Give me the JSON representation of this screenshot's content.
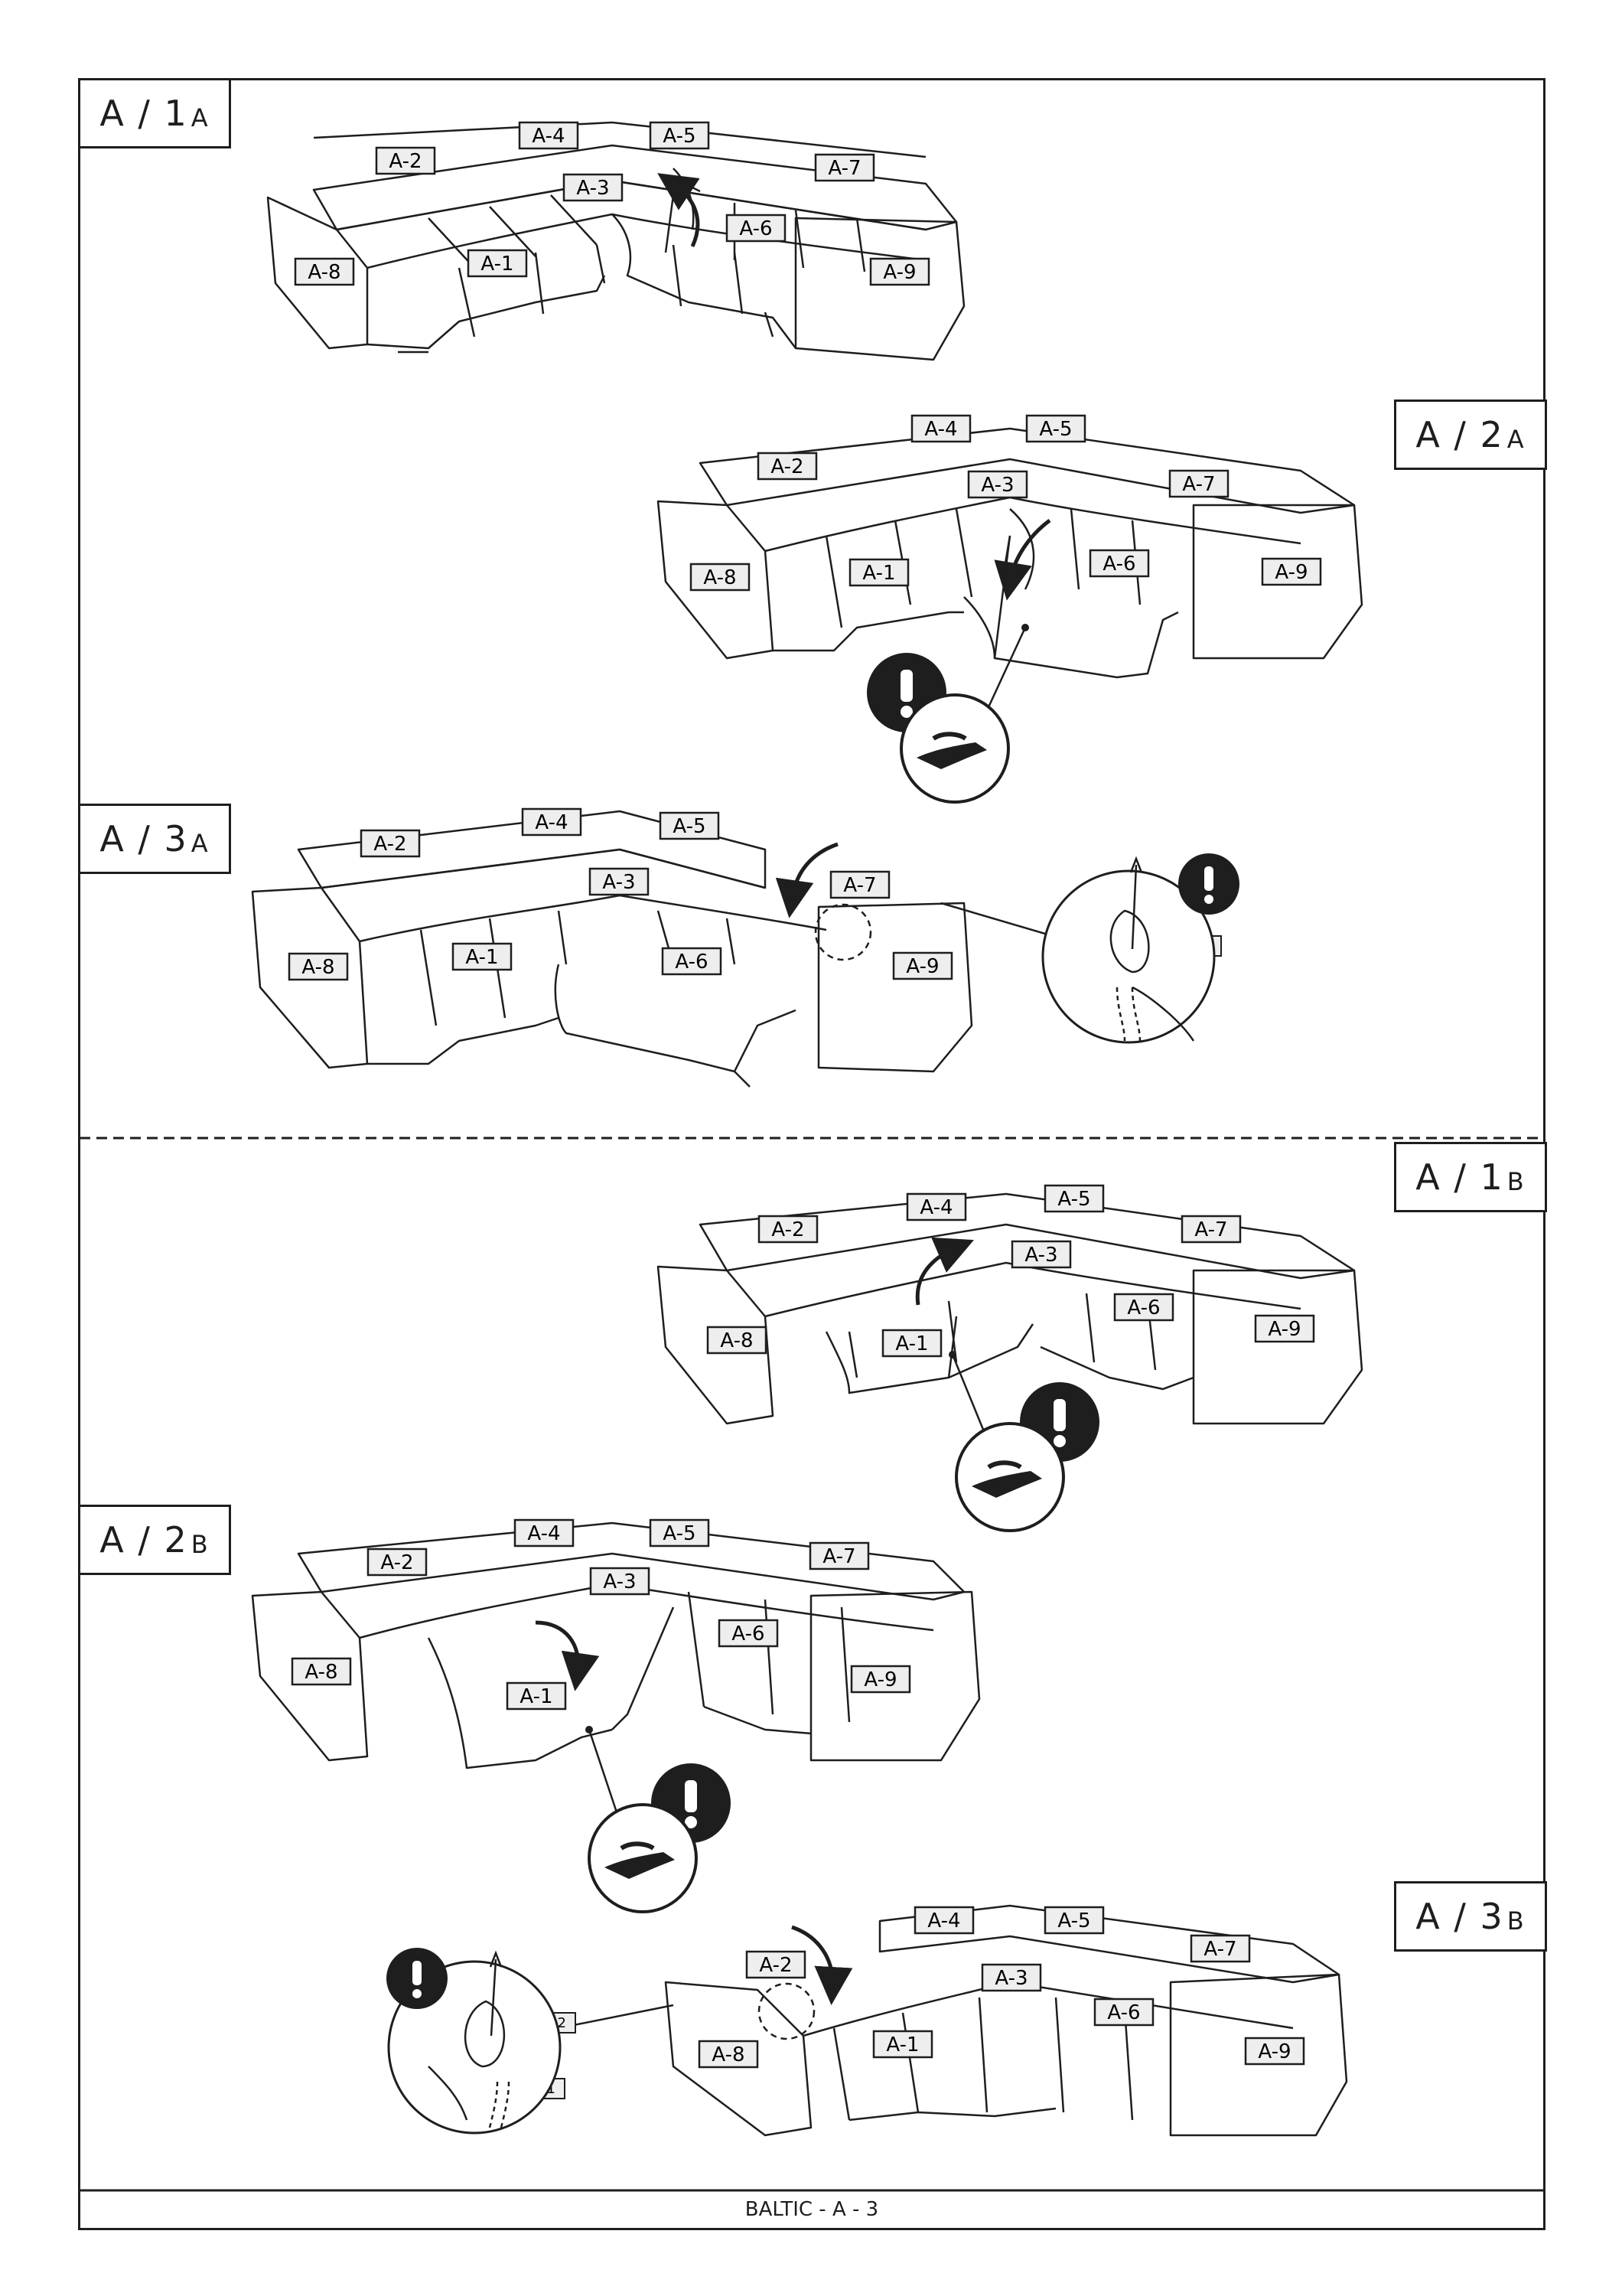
{
  "footer": "BALTIC - A - 3",
  "steps": [
    {
      "main": "A / 1",
      "sub": "A"
    },
    {
      "main": "A / 2",
      "sub": "A"
    },
    {
      "main": "A / 3",
      "sub": "A"
    },
    {
      "main": "A / 1",
      "sub": "B"
    },
    {
      "main": "A / 2",
      "sub": "B"
    },
    {
      "main": "A / 3",
      "sub": "B"
    }
  ],
  "parts": {
    "a1": "A-1",
    "a2": "A-2",
    "a3": "A-3",
    "a4": "A-4",
    "a5": "A-5",
    "a6": "A-6",
    "a7": "A-7",
    "a8": "A-8",
    "a9": "A-9"
  }
}
